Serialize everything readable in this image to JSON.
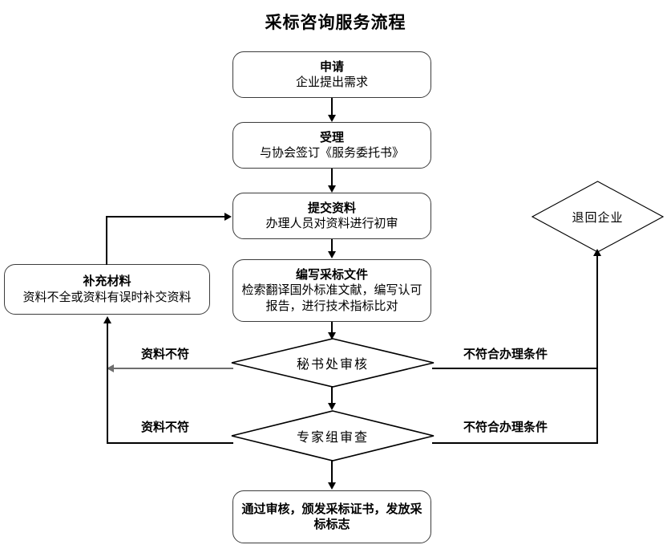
{
  "title": "采标咨询服务流程",
  "nodes": {
    "apply": {
      "heading": "申请",
      "body": "企业提出需求"
    },
    "accept": {
      "heading": "受理",
      "body": "与协会签订《服务委托书》"
    },
    "submit": {
      "heading": "提交资料",
      "body": "办理人员对资料进行初审"
    },
    "supplement": {
      "heading": "补充材料",
      "body": "资料不全或资料有误时补交资料"
    },
    "compose": {
      "heading": "编写采标文件",
      "body": "检索翻译国外标准文献，编写认可报告，进行技术指标比对"
    },
    "secretariat_review": {
      "label": "秘书处审核"
    },
    "expert_review": {
      "label": "专家组审查"
    },
    "return_enterprise": {
      "label": "退回企业"
    },
    "approved": {
      "body": "通过审核，颁发采标证书，发放采标标志"
    }
  },
  "edge_labels": {
    "reject_secretariat_left": "资料不符",
    "reject_secretariat_right": "不符合办理条件",
    "reject_expert_left": "资料不符",
    "reject_expert_right": "不符合办理条件"
  },
  "colors": {
    "line": "#000000",
    "line_grey": "#6e6e6e",
    "box_border": "#3c3c3c",
    "text": "#000000",
    "background": "#ffffff"
  }
}
